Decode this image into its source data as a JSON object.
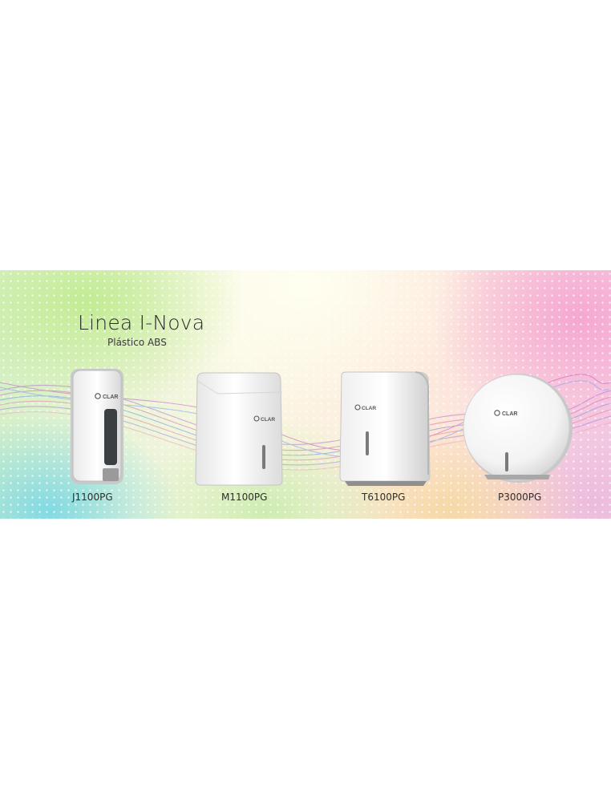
{
  "heading": {
    "title": "Linea I-Nova",
    "subtitle": "Plástico ABS"
  },
  "brand": "CLAR",
  "products": [
    {
      "code": "J1100PG",
      "icon": "soap-dispenser-icon"
    },
    {
      "code": "M1100PG",
      "icon": "paper-towel-dispenser-icon"
    },
    {
      "code": "T6100PG",
      "icon": "folded-towel-dispenser-icon"
    },
    {
      "code": "P3000PG",
      "icon": "toilet-roll-dispenser-icon"
    }
  ]
}
